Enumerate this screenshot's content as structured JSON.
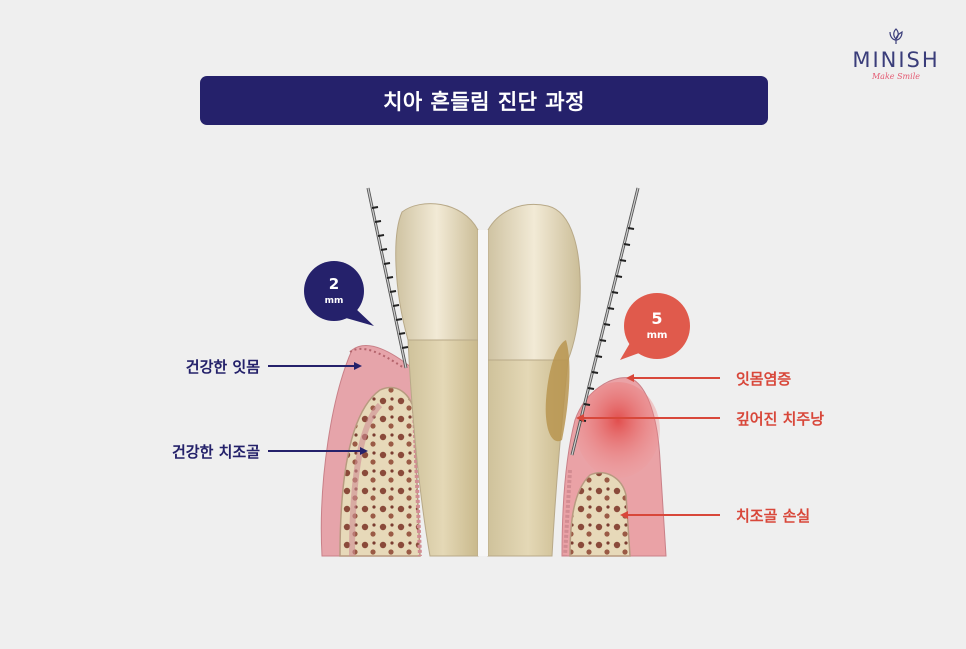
{
  "brand": {
    "name": "MINISH",
    "tagline": "Make Smile"
  },
  "title": "치아 흔들림 진단 과정",
  "probe_healthy": {
    "value": "2",
    "unit": "mm"
  },
  "probe_diseased": {
    "value": "5",
    "unit": "mm"
  },
  "labels_left": [
    "건강한 잇몸",
    "건강한 치조골"
  ],
  "labels_right": [
    "잇몸염증",
    "깊어진 치주낭",
    "치조골 손실"
  ],
  "colors": {
    "navy": "#25216b",
    "red": "#d8473a",
    "bubble_red": "#e05a4c",
    "gum": "#e8a8ad",
    "bone": "#e9dcc0",
    "tooth": "#e8dcc0"
  }
}
